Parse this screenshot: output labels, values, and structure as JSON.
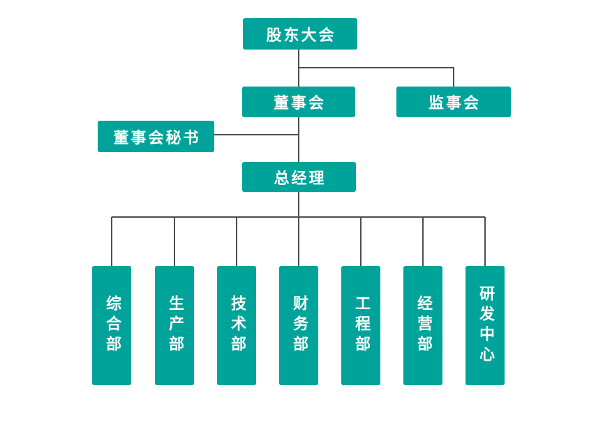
{
  "diagram": {
    "type": "org-chart",
    "nodes": {
      "shareholders": {
        "label": "股东大会"
      },
      "board": {
        "label": "董事会"
      },
      "supervisory": {
        "label": "监事会"
      },
      "secretary": {
        "label": "董事会秘书"
      },
      "general_manager": {
        "label": "总经理"
      }
    },
    "departments": [
      {
        "label": "综合部"
      },
      {
        "label": "生产部"
      },
      {
        "label": "技术部"
      },
      {
        "label": "财务部"
      },
      {
        "label": "工程部"
      },
      {
        "label": "经营部"
      },
      {
        "label": "研发中心"
      }
    ],
    "edges": [
      {
        "from": "股东大会",
        "to": "董事会"
      },
      {
        "from": "股东大会",
        "to": "监事会"
      },
      {
        "from": "董事会",
        "to": "董事会秘书"
      },
      {
        "from": "董事会",
        "to": "总经理"
      },
      {
        "from": "总经理",
        "to": "综合部"
      },
      {
        "from": "总经理",
        "to": "生产部"
      },
      {
        "from": "总经理",
        "to": "技术部"
      },
      {
        "from": "总经理",
        "to": "财务部"
      },
      {
        "from": "总经理",
        "to": "工程部"
      },
      {
        "from": "总经理",
        "to": "经营部"
      },
      {
        "from": "总经理",
        "to": "研发中心"
      }
    ],
    "colors": {
      "node_fill": "#00A39A",
      "node_text": "#FFFFFF",
      "connector": "#4D4D4D",
      "background": "#FFFFFF"
    }
  }
}
